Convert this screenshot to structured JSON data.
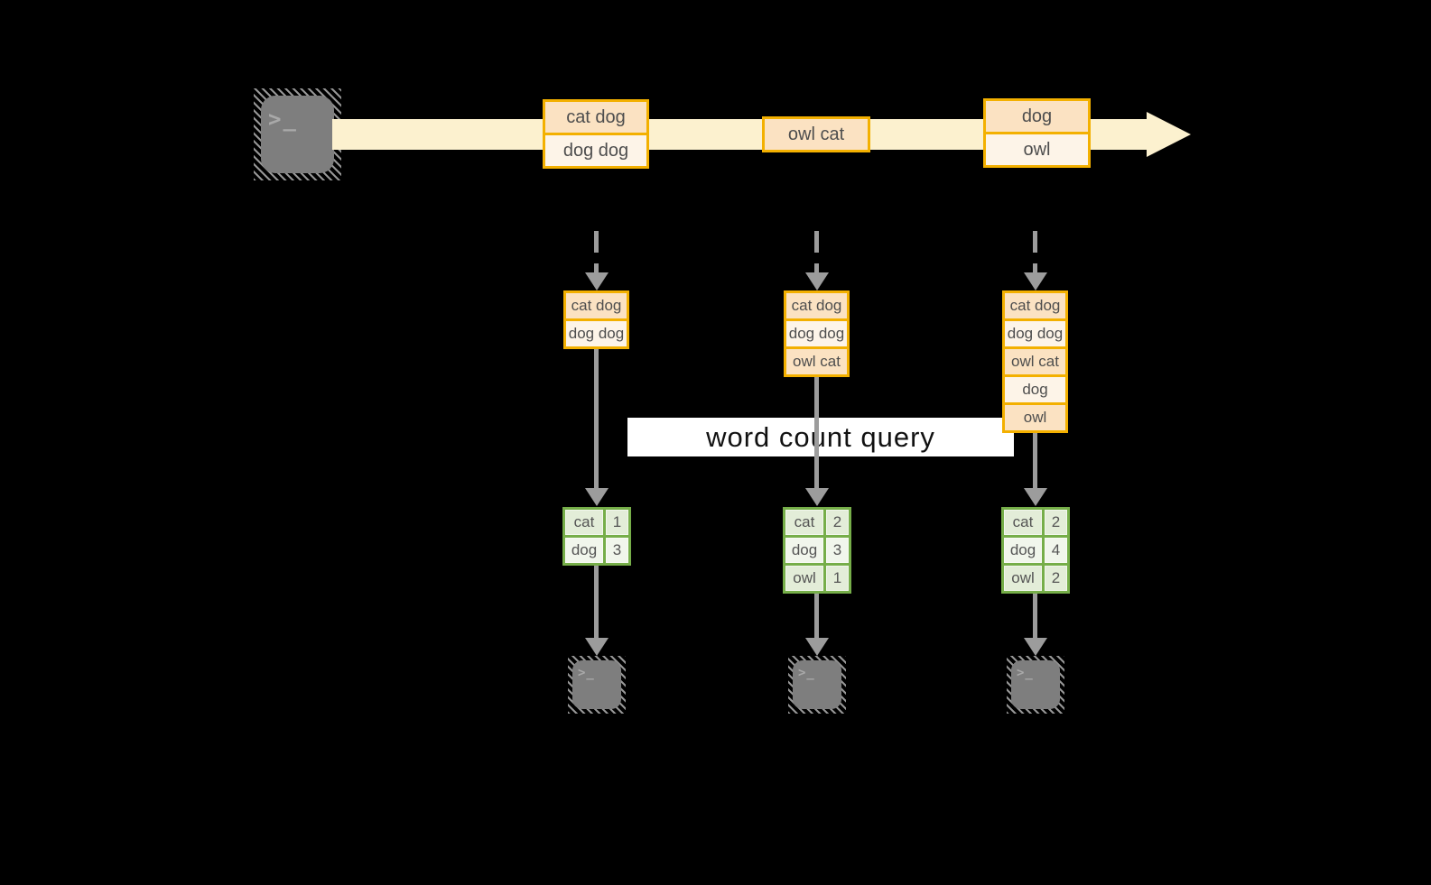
{
  "terminal_glyph": ">_",
  "stream": {
    "messages": [
      {
        "lines": [
          "cat dog",
          "dog dog"
        ]
      },
      {
        "lines": [
          "owl cat"
        ]
      },
      {
        "lines": [
          "dog",
          "owl"
        ]
      }
    ]
  },
  "query_banner": {
    "label": "word count query"
  },
  "workers": [
    {
      "buffer": [
        "cat dog",
        "dog dog"
      ],
      "counts": [
        {
          "word": "cat",
          "count": "1"
        },
        {
          "word": "dog",
          "count": "3"
        }
      ]
    },
    {
      "buffer": [
        "cat dog",
        "dog dog",
        "owl cat"
      ],
      "counts": [
        {
          "word": "cat",
          "count": "2"
        },
        {
          "word": "dog",
          "count": "3"
        },
        {
          "word": "owl",
          "count": "1"
        }
      ]
    },
    {
      "buffer": [
        "cat dog",
        "dog dog",
        "owl cat",
        "dog",
        "owl"
      ],
      "counts": [
        {
          "word": "cat",
          "count": "2"
        },
        {
          "word": "dog",
          "count": "4"
        },
        {
          "word": "owl",
          "count": "2"
        }
      ]
    }
  ],
  "colors": {
    "bg": "#000000",
    "orange": "#F3B000",
    "peach": "#FBE2C2",
    "cream": "#FDF4E8",
    "band": "#FCF1CF",
    "green": "#76AE49",
    "green_cell_dark": "#E3EDD8",
    "green_cell_light": "#F1F6EC",
    "gray": "#9C9C9C",
    "terminal": "#7E7E7E",
    "glyph": "#A9A9A9",
    "banner_bg": "#FFFFFF",
    "banner_text": "#121212",
    "cell_text": "#4E4E4E",
    "table_text": "#555555"
  }
}
